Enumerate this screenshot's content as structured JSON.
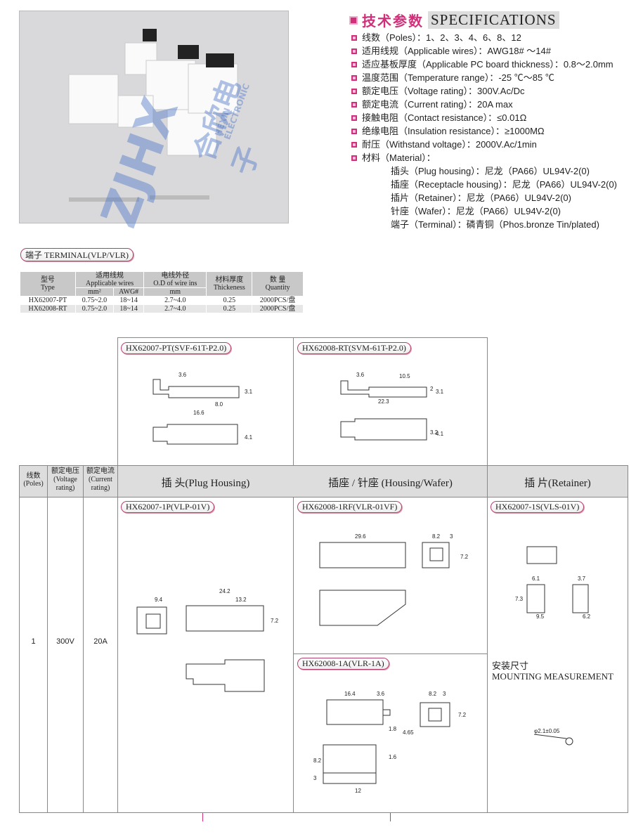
{
  "photo": {
    "watermark_logo": "ZJHX",
    "watermark_text": "HEXIN ELECTRONIC",
    "watermark_cn": "合欣电子"
  },
  "specs": {
    "title_cn": "技术参数",
    "title_en": "SPECIFICATIONS",
    "items": [
      "线数（Poles）：1、2、3、4、6、8、12",
      "适用线规（Applicable wires）：AWG18# ～14#",
      "适应基板厚度（Applicable PC board thickness）：0.8～2.0mm",
      "温度范围（Temperature range）：-25 ℃～85 ℃",
      "额定电压（Voltage rating）：300V.Ac/Dc",
      "额定电流（Current rating）：20A  max",
      "接触电阻（Contact resistance）：≤0.01Ω",
      "绝缘电阻（Insulation resistance）：≥1000MΩ",
      "耐压（Withstand voltage）：2000V.Ac/1min",
      "材料（Material）："
    ],
    "materials": [
      "插头（Plug housing）：尼龙（PA66）UL94V-2(0)",
      "插座（Receptacle housing）：尼龙（PA66）UL94V-2(0)",
      "插片（Retainer）：尼龙（PA66）UL94V-2(0)",
      "针座（Wafer）：尼龙（PA66）UL94V-2(0)",
      "端子（Terminal）：磷青铜（Phos.bronze Tin/plated)"
    ]
  },
  "terminal": {
    "title": "端子 TERMINAL(VLP/VLR)",
    "headers": {
      "type_cn": "型号",
      "type_en": "Type",
      "wires_cn": "适用线规",
      "wires_en": "Applicable wires",
      "mm2": "mm²",
      "awg": "AWG#",
      "od_cn": "电线外径",
      "od_en": "O.D of wire ins",
      "od_unit": "mm",
      "thick_cn": "材料厚度",
      "thick_en": "Thickeness",
      "qty_cn": "数  量",
      "qty_en": "Quantity"
    },
    "rows": [
      [
        "HX62007-PT",
        "0.75~2.0",
        "18~14",
        "2.7~4.0",
        "0.25",
        "2000PCS/盘"
      ],
      [
        "HX62008-RT",
        "0.75~2.0",
        "18~14",
        "2.7~4.0",
        "0.25",
        "2000PCS/盘"
      ]
    ]
  },
  "drawings": {
    "pt": {
      "label": "HX62007-PT(SVF-61T-P2.0)",
      "dims": [
        "3.6",
        "3.1",
        "8.0",
        "16.6",
        "4.1"
      ]
    },
    "rt": {
      "label": "HX62008-RT(SVM-61T-P2.0)",
      "dims": [
        "3.6",
        "10.5",
        "2",
        "3.1",
        "22.3",
        "3.2",
        "4.1"
      ]
    },
    "p1": {
      "label": "HX62007-1P(VLP-01V)",
      "dims": [
        "24.2",
        "9.4",
        "13.2",
        "7.2"
      ]
    },
    "rf": {
      "label": "HX62008-1RF(VLR-01VF)",
      "dims": [
        "29.6",
        "8.2",
        "3",
        "7.2"
      ]
    },
    "s1": {
      "label": "HX62007-1S(VLS-01V)",
      "dims": [
        "6.1",
        "3.7",
        "7.3",
        "9.5",
        "6.2"
      ]
    },
    "a1": {
      "label": "HX62008-1A(VLR-1A)",
      "dims": [
        "16.4",
        "3.6",
        "8.2",
        "3",
        "7.2",
        "1.8",
        "4.65",
        "1.6",
        "8.2",
        "3",
        "12"
      ]
    },
    "mount": {
      "title_cn": "安装尺寸",
      "title_en": "MOUNTING MEASUREMENT",
      "dim": "φ2.1±0.05"
    }
  },
  "main_table": {
    "headers": {
      "poles": "线数\n(Poles)",
      "voltage": "额定电压\n(Voltage\nrating)",
      "current": "额定电流\n(Current\nrating)",
      "plug": "插 头(Plug Housing)",
      "housing": "插座 / 针座 (Housing/Wafer)",
      "retainer": "插 片(Retainer)"
    },
    "row": {
      "poles": "1",
      "voltage": "300V",
      "current": "20A"
    }
  },
  "colors": {
    "accent": "#d0307a",
    "header_bg": "#dddddd"
  }
}
